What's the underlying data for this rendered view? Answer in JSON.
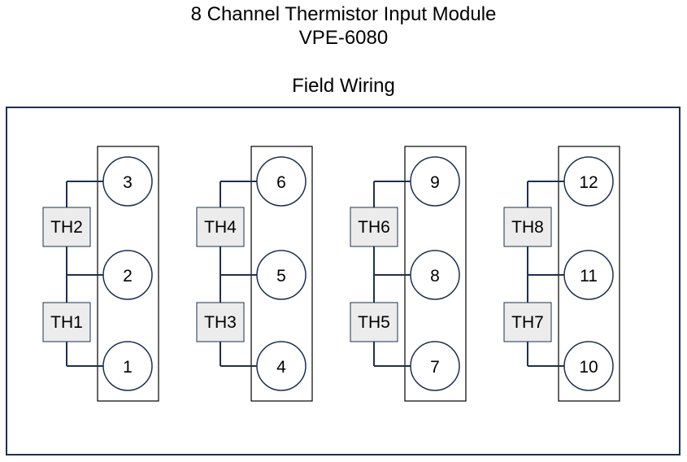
{
  "header": {
    "title_line1": "8 Channel Thermistor Input Module",
    "title_line2": "VPE-6080",
    "subtitle": "Field Wiring"
  },
  "groups": [
    {
      "terminals": [
        "3",
        "2",
        "1"
      ],
      "thermistors": [
        "TH2",
        "TH1"
      ]
    },
    {
      "terminals": [
        "6",
        "5",
        "4"
      ],
      "thermistors": [
        "TH4",
        "TH3"
      ]
    },
    {
      "terminals": [
        "9",
        "8",
        "7"
      ],
      "thermistors": [
        "TH6",
        "TH5"
      ]
    },
    {
      "terminals": [
        "12",
        "11",
        "10"
      ],
      "thermistors": [
        "TH8",
        "TH7"
      ]
    }
  ],
  "colors": {
    "wire": "#1f2f4f",
    "thermistor_fill": "#ececec",
    "frame": "#1f2f4f"
  }
}
